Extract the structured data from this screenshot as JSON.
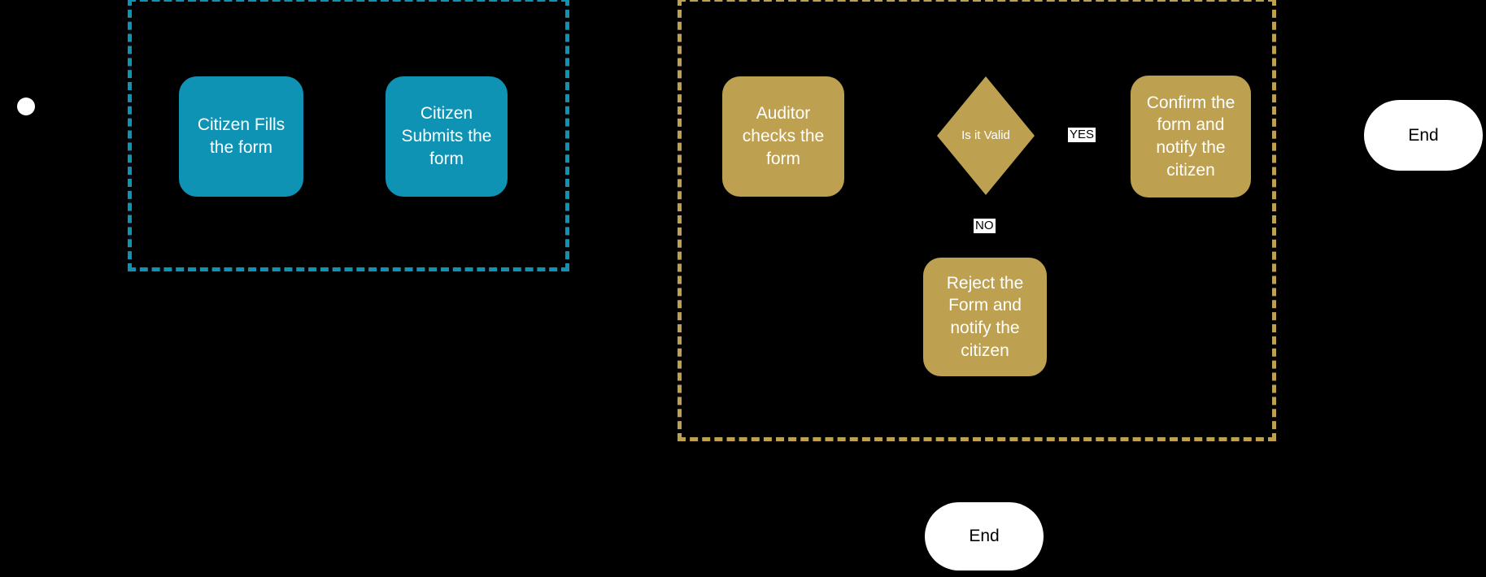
{
  "diagram": {
    "type": "flowchart",
    "background_color": "#000000",
    "lanes": {
      "citizen": {
        "border_color": "#0E93B4",
        "border_style": "dashed"
      },
      "auditor": {
        "border_color": "#BDA050",
        "border_style": "dashed"
      }
    },
    "nodes": {
      "start": {
        "shape": "start-event-circle",
        "fill": "#FFFFFF"
      },
      "fill_form": {
        "label": "Citizen Fills\nthe form",
        "shape": "rounded-rect",
        "fill": "#0E93B4",
        "text_color": "#FFFFFF"
      },
      "submit_form": {
        "label": "Citizen\nSubmits the\nform",
        "shape": "rounded-rect",
        "fill": "#0E93B4",
        "text_color": "#FFFFFF"
      },
      "auditor_checks": {
        "label": "Auditor\nchecks the\nform",
        "shape": "rounded-rect",
        "fill": "#BDA050",
        "text_color": "#FFFFFF"
      },
      "decision": {
        "label": "Is it Valid",
        "shape": "diamond",
        "fill": "#BDA050",
        "text_color": "#FFFFFF"
      },
      "confirm": {
        "label": "Confirm the\nform and\nnotify the\ncitizen",
        "shape": "rounded-rect",
        "fill": "#BDA050",
        "text_color": "#FFFFFF"
      },
      "reject": {
        "label": "Reject the\nForm and\nnotify the\ncitizen",
        "shape": "rounded-rect",
        "fill": "#BDA050",
        "text_color": "#FFFFFF"
      },
      "end_right": {
        "label": "End",
        "shape": "terminator-pill",
        "fill": "#FFFFFF",
        "text_color": "#000000"
      },
      "end_bottom": {
        "label": "End",
        "shape": "terminator-pill",
        "fill": "#FFFFFF",
        "text_color": "#000000"
      }
    },
    "edge_labels": {
      "yes": "YES",
      "no": "NO"
    }
  }
}
